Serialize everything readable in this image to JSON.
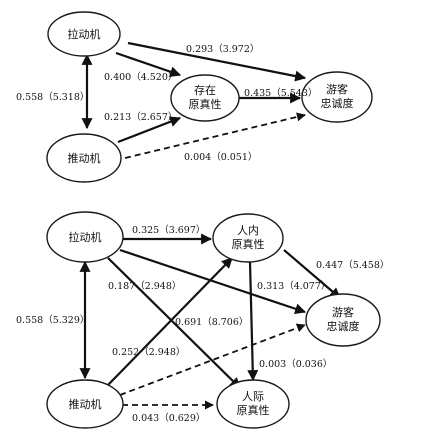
{
  "diagram_top": {
    "nodes": {
      "pull": [
        "拉动机"
      ],
      "push": [
        "推动机"
      ],
      "existential": [
        "存在",
        "原真性"
      ],
      "loyalty": [
        "游客",
        "忠诚度"
      ]
    },
    "edges": {
      "pull_loyalty": "0.293（3.972）",
      "pull_existential": "0.400（4.520）",
      "push_existential": "0.213（2.657）",
      "existential_loyalty": "0.435（5.543）",
      "push_loyalty": "0.004（0.051）",
      "pull_push": "0.558（5.318）"
    }
  },
  "diagram_bottom": {
    "nodes": {
      "pull": [
        "拉动机"
      ],
      "push": [
        "推动机"
      ],
      "intra": [
        "人内",
        "原真性"
      ],
      "inter": [
        "人际",
        "原真性"
      ],
      "loyalty": [
        "游客",
        "忠诚度"
      ]
    },
    "edges": {
      "pull_intra": "0.325（3.697）",
      "intra_loyalty": "0.447（5.458）",
      "pull_loyalty": "0.313（4.077）",
      "pull_inter": "0.187（2.948）",
      "push_loyalty": "0.691（8.706）",
      "push_intra": "0.252（2.948）",
      "intra_inter": "0.003（0.036）",
      "push_inter": "0.043（0.629）",
      "pull_push": "0.558（5.329）"
    }
  }
}
